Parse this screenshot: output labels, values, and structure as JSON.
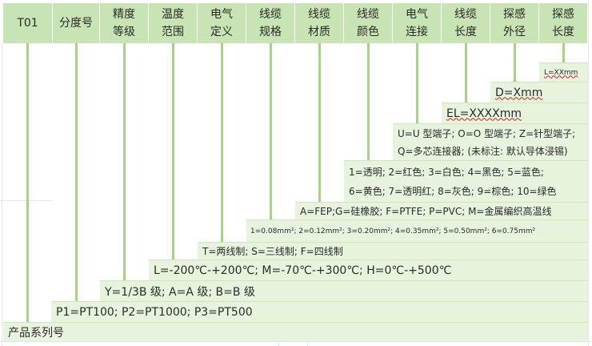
{
  "headers": [
    {
      "line1": "T01",
      "line2": ""
    },
    {
      "line1": "分度号",
      "line2": ""
    },
    {
      "line1": "精度",
      "line2": "等级"
    },
    {
      "line1": "温度",
      "line2": "范围"
    },
    {
      "line1": "电气",
      "line2": "定义"
    },
    {
      "line1": "线缆",
      "line2": "规格"
    },
    {
      "line1": "线缆",
      "line2": "材质"
    },
    {
      "line1": "线缆",
      "line2": "颜色"
    },
    {
      "line1": "电气",
      "line2": "连接"
    },
    {
      "line1": "线缆",
      "line2": "长度"
    },
    {
      "line1": "探感",
      "line2": "外径"
    },
    {
      "line1": "探感",
      "line2": "长度"
    }
  ],
  "options": {
    "probe_length": "L=XXmm",
    "probe_diameter": "D=Xmm",
    "cable_length": "EL=XXXXmm",
    "connection_line1": "U=U 型端子; O=O 型端子; Z=针型端子;",
    "connection_line2": "Q=多芯连接器; (未标注: 默认导体浸锡)",
    "color_line1": "1=透明;  2=红色;  3=白色;  4=黑色;  5=蓝色;",
    "color_line2": "6=黄色;  7=透明红;  8=灰色;  9=棕色;  10=绿色",
    "cable_material": "A=FEP;G=硅橡胶;  F=PTFE;  P=PVC;  M=金属编织高温线",
    "cable_spec": "1=0.08mm²;  2=0.12mm²;  3=0.20mm²;  4=0.35mm²;  5=0.50mm²;  6=0.75mm²",
    "wiring": "T=两线制;  S=三线制;  F=四线制",
    "temperature_range": "L=-200℃-+200℃;  M=-70℃-+300℃;  H=0℃-+500℃",
    "accuracy": "Y=1/3B 级;  A=A 级;  B=B 级",
    "graduation": "P1=PT100;  P2=PT1000;  P3=PT500",
    "series": "产品系列号"
  }
}
